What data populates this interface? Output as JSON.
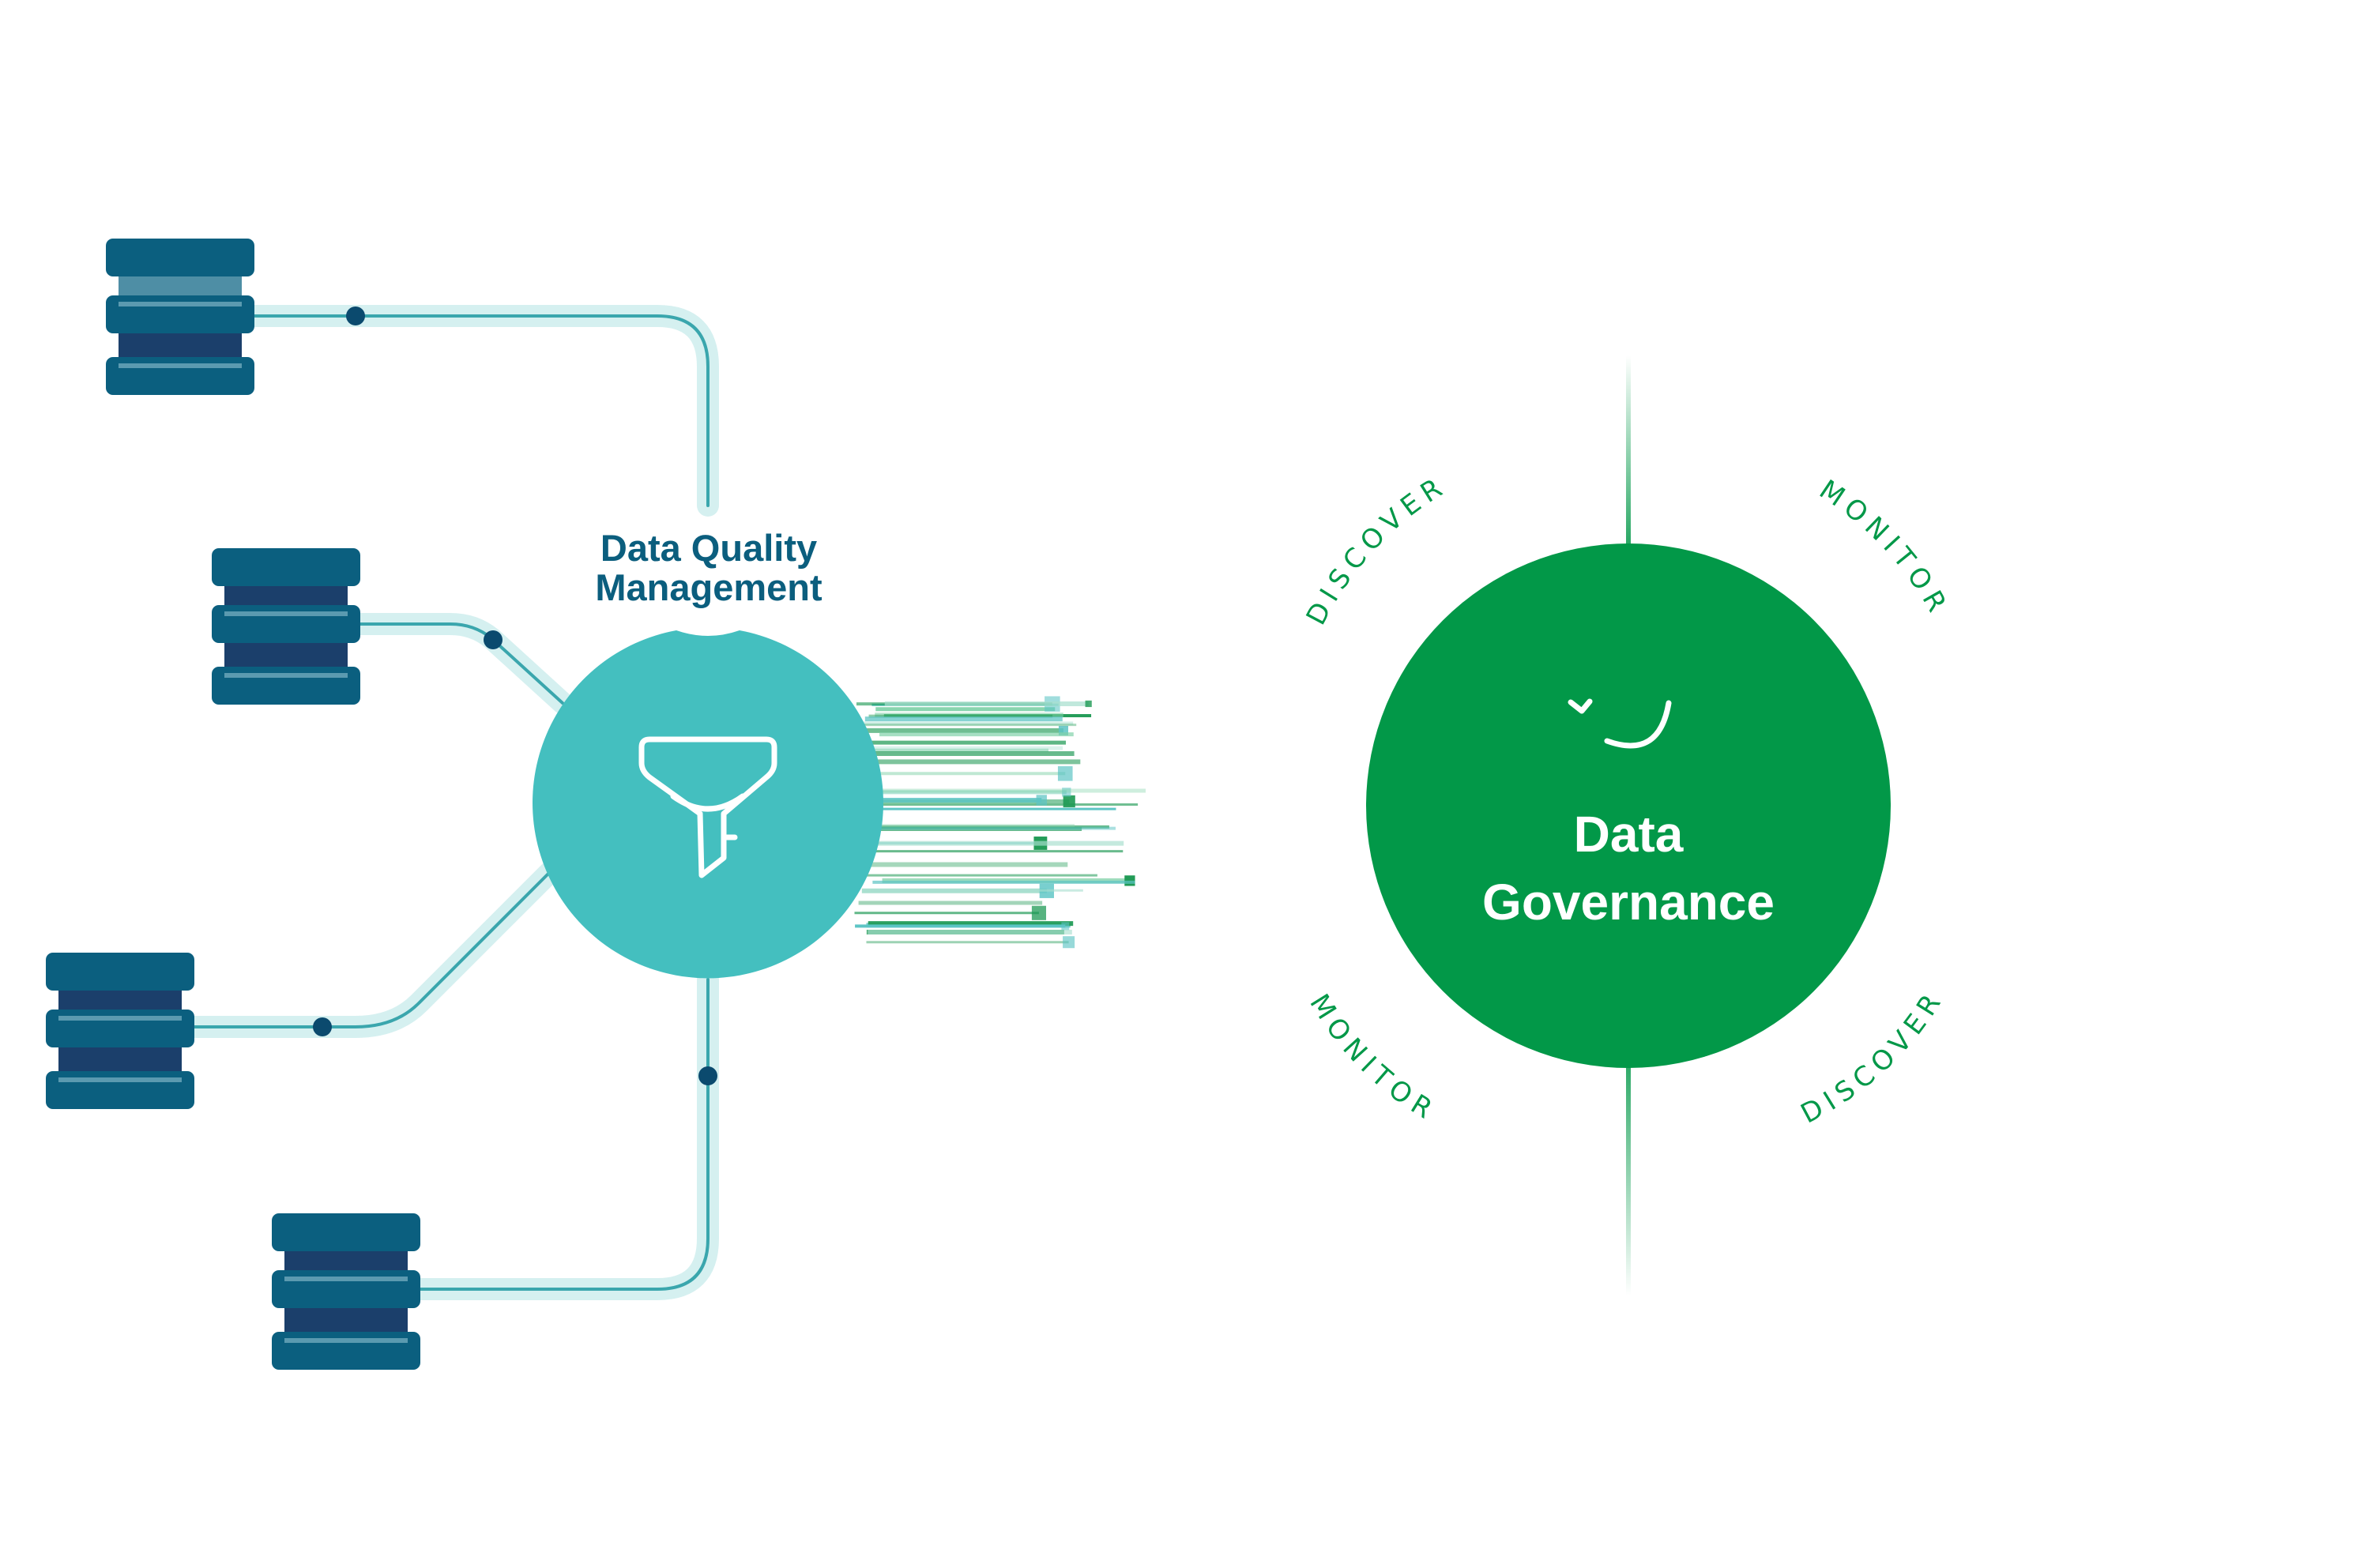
{
  "colors": {
    "db_dark": "#1b3f6b",
    "db_mid": "#0b5f7f",
    "db_light": "#4e8ea5",
    "pipe_outer": "#d5f0f0",
    "pipe_inner": "#3aa6ad",
    "node_dot": "#0b4a6e",
    "filter_circle": "#44bfbf",
    "governance": "#029848",
    "label_teal": "#0b5e7e",
    "stream_green": "#1f9a55",
    "stream_teal": "#5cc4c4"
  },
  "icons": {
    "databases": [
      "database-icon",
      "database-icon",
      "database-icon",
      "database-icon"
    ],
    "filter": "funnel-icon",
    "governance": "check-smile-icon"
  },
  "quality": {
    "title_line1": "Data Quality",
    "title_line2": "Management"
  },
  "governance": {
    "title_line1": "Data",
    "title_line2": "Governance",
    "label_top_left": "DISCOVER",
    "label_top_right": "MONITOR",
    "label_bottom_left": "MONITOR",
    "label_bottom_right": "DISCOVER"
  }
}
